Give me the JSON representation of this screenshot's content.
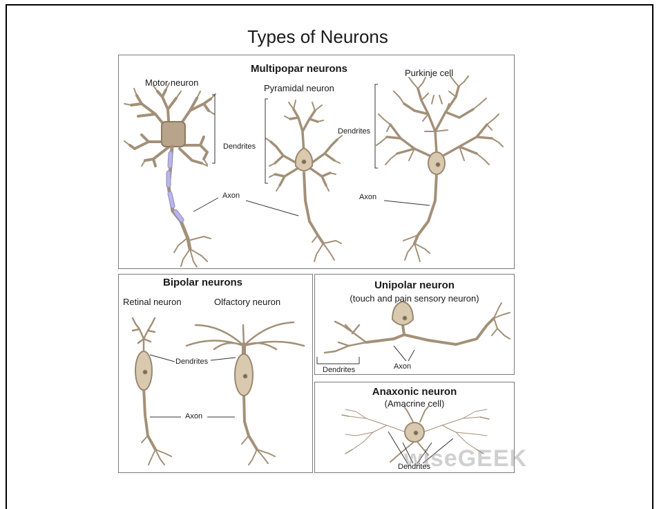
{
  "title": "Types of Neurons",
  "sections": {
    "multipolar": {
      "heading": "Multipopar neurons",
      "motor": "Motor neuron",
      "pyramidal": "Pyramidal neuron",
      "purkinje": "Purkinje cell",
      "dendrites_1": "Dendrites",
      "dendrites_2": "Dendrites",
      "axon_1": "Axon",
      "axon_2": "Axon"
    },
    "bipolar": {
      "heading": "Bipolar neurons",
      "retinal": "Retinal neuron",
      "olfactory": "Olfactory neuron",
      "dendrites": "Dendrites",
      "axon": "Axon"
    },
    "unipolar": {
      "heading": "Unipolar neuron",
      "subtitle": "(touch and pain sensory neuron)",
      "dendrites": "Dendrites",
      "axon": "Axon"
    },
    "anaxonic": {
      "heading": "Anaxonic neuron",
      "subtitle": "(Amacrine cell)",
      "dendrites": "Dendrites"
    }
  },
  "watermark": "wiseGEEK",
  "colors": {
    "neuron_fill": "#c8b8a0",
    "neuron_stroke": "#9a8770",
    "soma": "#d9c9ae",
    "myelin": "#b9b5e8"
  }
}
